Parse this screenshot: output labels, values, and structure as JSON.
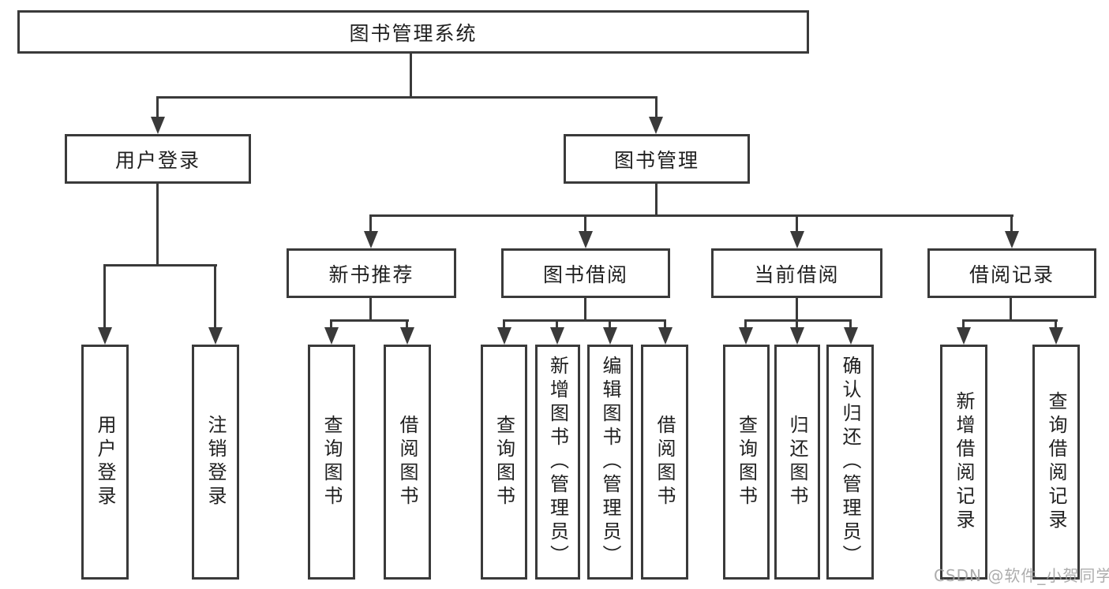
{
  "diagram": {
    "root": {
      "label": "图书管理系统"
    },
    "level2": [
      {
        "label": "用户登录"
      },
      {
        "label": "图书管理"
      }
    ],
    "level3": [
      {
        "label": "新书推荐"
      },
      {
        "label": "图书借阅"
      },
      {
        "label": "当前借阅"
      },
      {
        "label": "借阅记录"
      }
    ],
    "leaves": {
      "user_login": [
        "用户登录",
        "注销登录"
      ],
      "new_books": [
        "查询图书",
        "借阅图书"
      ],
      "book_borrow": [
        "查询图书",
        "新增图书（管理员）",
        "编辑图书（管理员）",
        "借阅图书"
      ],
      "current_borrow": [
        "查询图书",
        "归还图书",
        "确认归还（管理员）"
      ],
      "borrow_records": [
        "新增借阅记录",
        "查询借阅记录"
      ]
    }
  },
  "watermark": {
    "text": "CSDN @软件_小贺同学"
  },
  "colors": {
    "line": "#3a3a3a",
    "text": "#1f1f1f",
    "watermark": "#9f9f9f",
    "background": "#ffffff"
  }
}
